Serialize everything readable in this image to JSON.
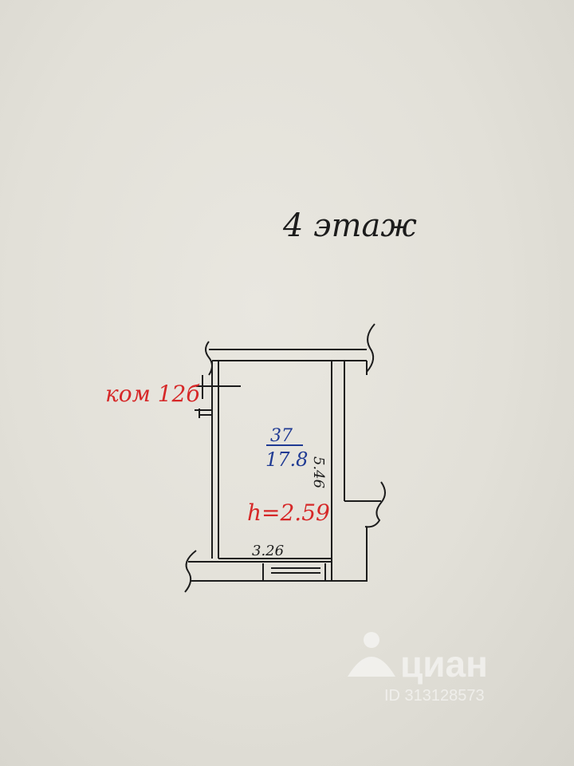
{
  "floor_label": "4 этаж",
  "room_label": "ком 12б",
  "room": {
    "number": "37",
    "area": "17.8",
    "height_label": "h=2.59",
    "width_label": "3.26",
    "length_label": "5.46"
  },
  "watermark": {
    "brand": "циан",
    "id_text": "ID 313128573"
  },
  "colors": {
    "ink": "#1c1c1c",
    "red": "#d62828",
    "blue": "#1f3a93",
    "watermark": "#ffffff"
  }
}
